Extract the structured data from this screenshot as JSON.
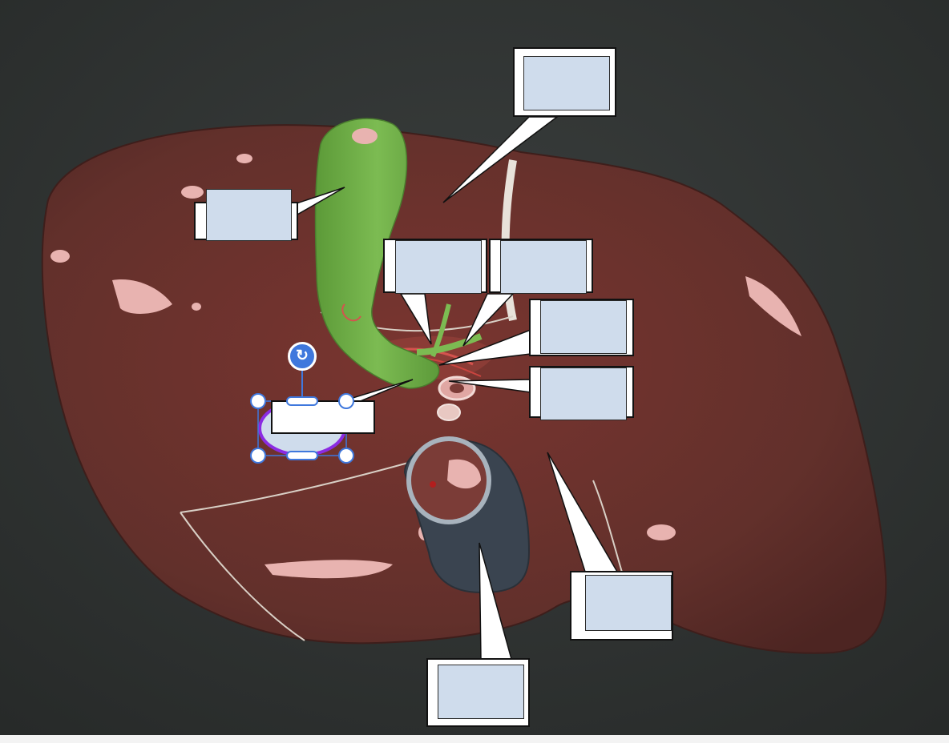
{
  "image": {
    "subject": "",
    "background_color": "#2d3130",
    "organ_color": "#6b2f2a",
    "gallbladder_color": "#6fae45",
    "vena_cava_color": "#3a4450",
    "label_box_fill": "#cfdcec",
    "selection_color": "#3f78dd",
    "selected_shape_stroke": "#8b2be2"
  },
  "labels": [
    {
      "id": "label-1",
      "text": ""
    },
    {
      "id": "label-2",
      "text": ""
    },
    {
      "id": "label-3",
      "text": ""
    },
    {
      "id": "label-4",
      "text": ""
    },
    {
      "id": "label-5",
      "text": ""
    },
    {
      "id": "label-6",
      "text": ""
    },
    {
      "id": "label-7",
      "text": ""
    },
    {
      "id": "label-8",
      "text": ""
    },
    {
      "id": "label-9",
      "text": ""
    }
  ],
  "selection": {
    "shape": "ellipse",
    "rotate_icon": "rotate-icon"
  }
}
